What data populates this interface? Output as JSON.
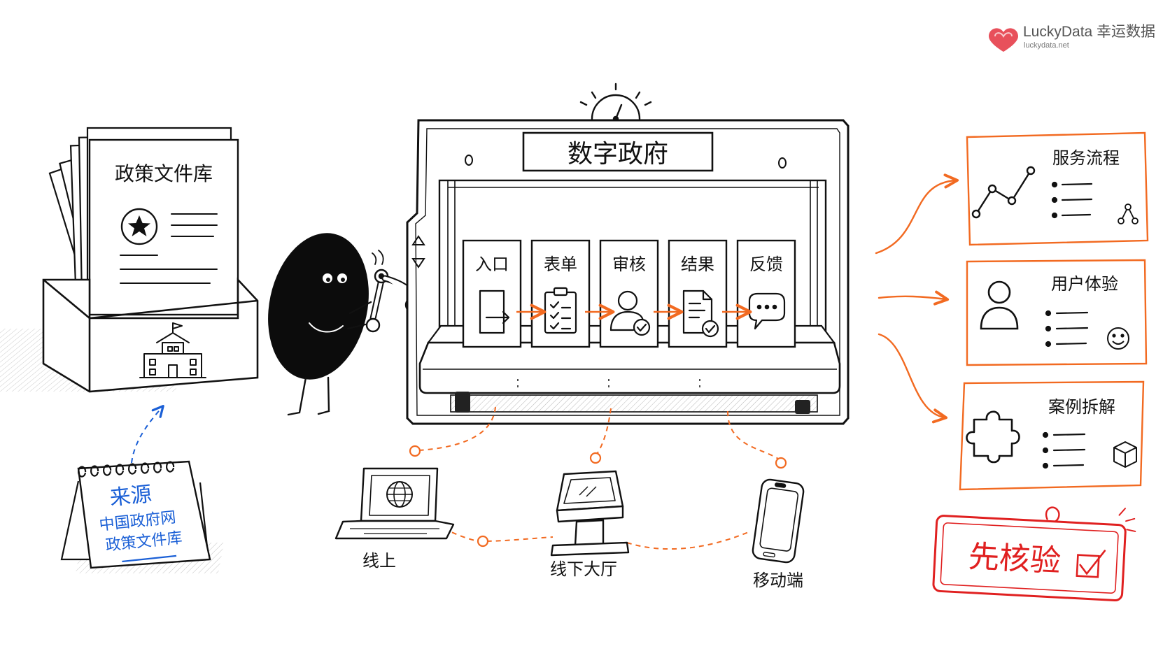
{
  "brand": {
    "name": "LuckyData 幸运数据",
    "url": "luckydata.net",
    "color": "#e8505b"
  },
  "colors": {
    "accent": "#f26a21",
    "stamp": "#e02020",
    "source": "#1a5fd6",
    "ink": "#111111"
  },
  "library": {
    "title": "政策文件库",
    "icon": "government-building-icon"
  },
  "source_card": {
    "title": "来源",
    "line1": "中国政府网",
    "line2": "政策文件库"
  },
  "machine": {
    "title": "数字政府",
    "steps": [
      {
        "label": "入口",
        "icon": "login-icon"
      },
      {
        "label": "表单",
        "icon": "checklist-icon"
      },
      {
        "label": "审核",
        "icon": "user-check-icon"
      },
      {
        "label": "结果",
        "icon": "document-check-icon"
      },
      {
        "label": "反馈",
        "icon": "chat-icon"
      }
    ]
  },
  "channels": [
    {
      "label": "线上",
      "icon": "laptop-globe-icon"
    },
    {
      "label": "线下大厅",
      "icon": "kiosk-icon"
    },
    {
      "label": "移动端",
      "icon": "smartphone-icon"
    }
  ],
  "outputs": [
    {
      "title": "服务流程",
      "icon": "line-chart-icon",
      "corner_icon": "flow-nodes-icon"
    },
    {
      "title": "用户体验",
      "icon": "user-icon",
      "corner_icon": "smiley-icon"
    },
    {
      "title": "案例拆解",
      "icon": "puzzle-icon",
      "corner_icon": "cube-icon"
    }
  ],
  "stamp": {
    "label": "先核验",
    "icon": "checkbox-icon"
  }
}
